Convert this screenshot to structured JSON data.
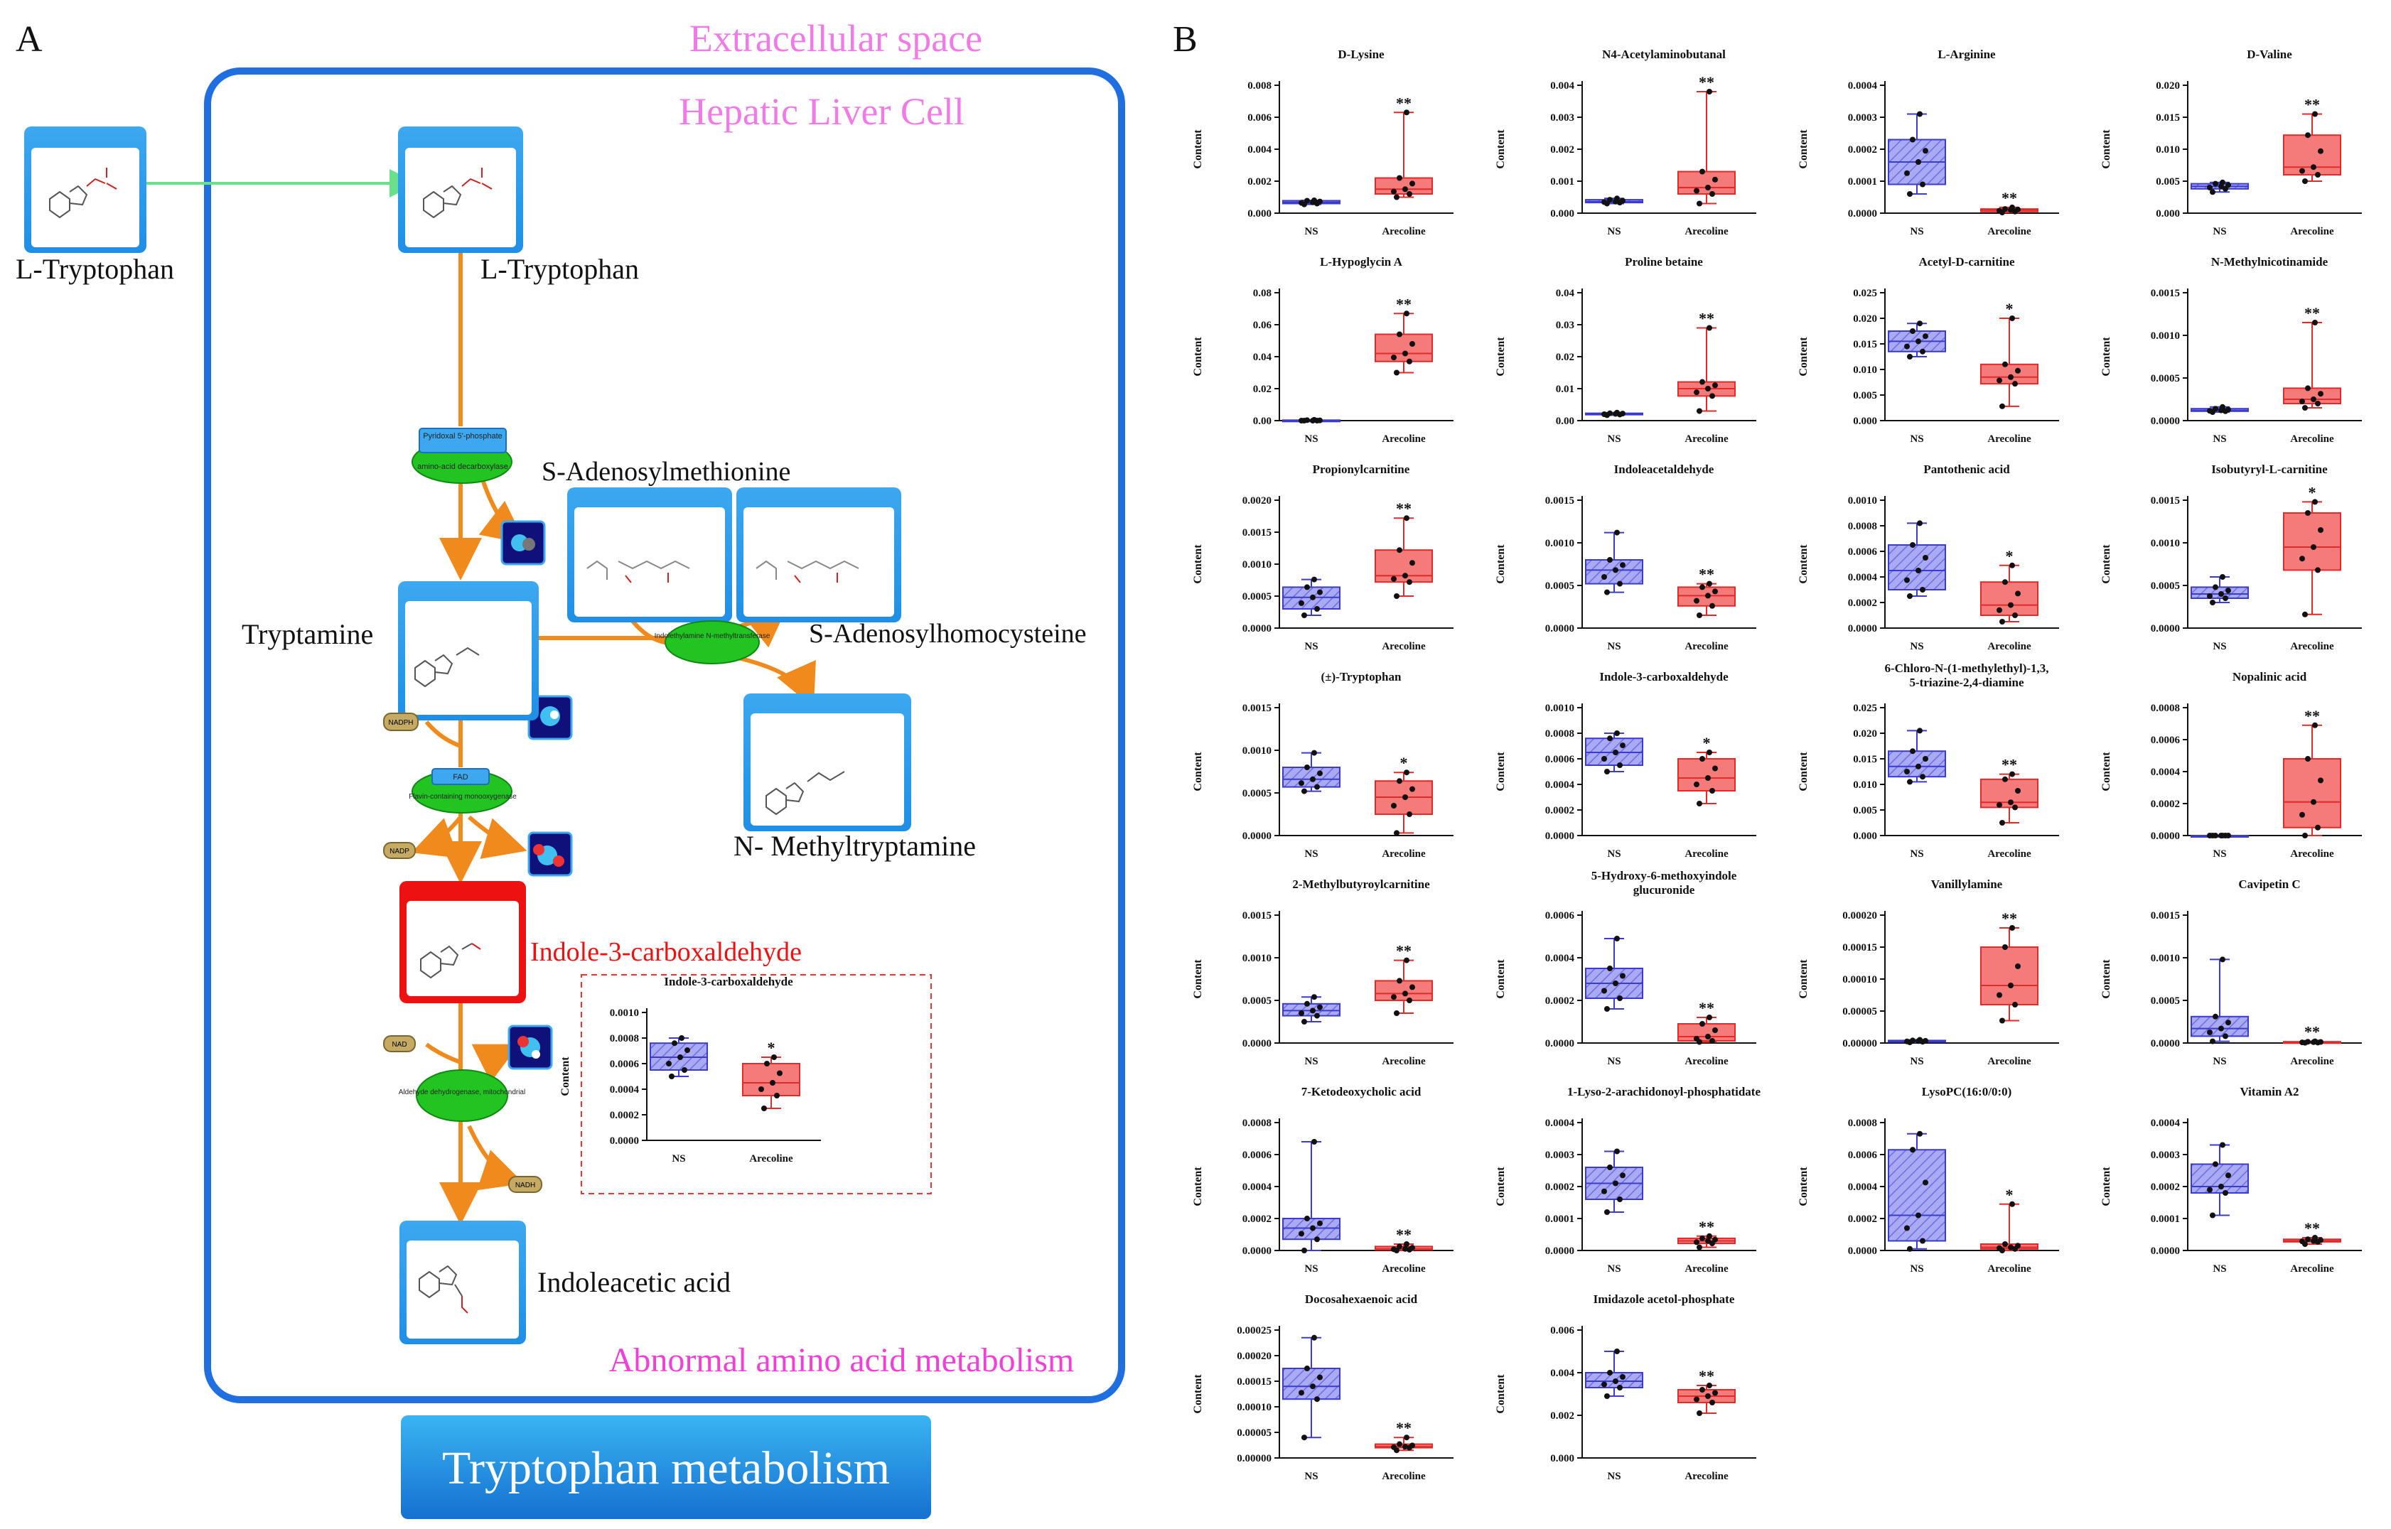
{
  "panel_a": {
    "letter": "A",
    "extracellular": "Extracellular space",
    "cell": "Hepatic Liver Cell",
    "abnormal": "Abnormal amino acid metabolism",
    "banner": "Tryptophan metabolism",
    "ltrp_outer": "L-Tryptophan",
    "ltrp_inner": "L-Tryptophan",
    "sam": "S-Adenosylmethionine",
    "sah": "S-Adenosylhomocysteine",
    "tryptamine": "Tryptamine",
    "nmt": "N- Methyltryptamine",
    "i3c": "Indole-3-carboxaldehyde",
    "iaa": "Indoleacetic acid",
    "enz_aadc": "amino-acid decarboxylase",
    "cof_p5p": "Pyridoxal 5'-phosphate",
    "enz_inmt": "Indolethylamine N-methyltransferase",
    "enz_fmo": "Flavin-containing monooxygenase",
    "cof_fad": "FAD",
    "enz_aldh": "Aldehyde dehydrogenase, mitochondrial",
    "nadph": "NADPH",
    "nadp": "NADP",
    "nad": "NAD",
    "nadh": "NADH",
    "colors": {
      "blue": "#1f6fe0",
      "pink": "#f07be6",
      "arrow": "#f08a1c",
      "enzyme": "#22c422",
      "red": "#ee1111",
      "green_arrow": "#6be08a"
    }
  },
  "panel_b": {
    "letter": "B",
    "ylabel": "Content",
    "groups": [
      "NS",
      "Arecoline"
    ],
    "colors": {
      "ns": "#3b3bcc",
      "ns_fill": "#a6a6f2",
      "are": "#e22a2a",
      "are_fill": "#f57a7a"
    }
  },
  "chart_data": [
    {
      "type": "box",
      "title": "D-Lysine",
      "ticks": [
        "0.000",
        "0.002",
        "0.004",
        "0.006",
        "0.008"
      ],
      "ylim": [
        0,
        0.008
      ],
      "sig": "**",
      "ns": {
        "min": 0.00055,
        "q1": 0.0006,
        "median": 0.00068,
        "q3": 0.00078,
        "max": 0.0008
      },
      "arecoline": {
        "min": 0.001,
        "q1": 0.0012,
        "median": 0.0015,
        "q3": 0.0022,
        "max": 0.0063
      }
    },
    {
      "type": "box",
      "title": "N4-Acetylaminobutanal",
      "ticks": [
        "0.000",
        "0.001",
        "0.002",
        "0.003",
        "0.004"
      ],
      "ylim": [
        0,
        0.004
      ],
      "sig": "**",
      "ns": {
        "min": 0.0003,
        "q1": 0.00033,
        "median": 0.00036,
        "q3": 0.00042,
        "max": 0.00046
      },
      "arecoline": {
        "min": 0.0003,
        "q1": 0.0006,
        "median": 0.0008,
        "q3": 0.0013,
        "max": 0.0038
      }
    },
    {
      "type": "box",
      "title": "L-Arginine",
      "ticks": [
        "0.0000",
        "0.0001",
        "0.0002",
        "0.0003",
        "0.0004"
      ],
      "ylim": [
        0,
        0.0004
      ],
      "sig": "**",
      "ns": {
        "min": 6e-05,
        "q1": 9e-05,
        "median": 0.00016,
        "q3": 0.00023,
        "max": 0.00031
      },
      "arecoline": {
        "min": 2e-06,
        "q1": 5e-06,
        "median": 1e-05,
        "q3": 1.3e-05,
        "max": 1.8e-05
      }
    },
    {
      "type": "box",
      "title": "D-Valine",
      "ticks": [
        "0.000",
        "0.005",
        "0.010",
        "0.015",
        "0.020"
      ],
      "ylim": [
        0,
        0.02
      ],
      "sig": "**",
      "ns": {
        "min": 0.0033,
        "q1": 0.0038,
        "median": 0.0042,
        "q3": 0.0046,
        "max": 0.0048
      },
      "arecoline": {
        "min": 0.005,
        "q1": 0.006,
        "median": 0.0072,
        "q3": 0.0122,
        "max": 0.0155
      }
    },
    {
      "type": "box",
      "title": "L-Hypoglycin A",
      "ticks": [
        "0.00",
        "0.02",
        "0.04",
        "0.06",
        "0.08"
      ],
      "ylim": [
        0,
        0.08
      ],
      "sig": "**",
      "ns": {
        "min": 0.0,
        "q1": 0.0,
        "median": 0.0,
        "q3": 0.0003,
        "max": 0.0005
      },
      "arecoline": {
        "min": 0.03,
        "q1": 0.037,
        "median": 0.042,
        "q3": 0.054,
        "max": 0.067
      }
    },
    {
      "type": "box",
      "title": "Proline betaine",
      "ticks": [
        "0.00",
        "0.01",
        "0.02",
        "0.03",
        "0.04"
      ],
      "ylim": [
        0,
        0.04
      ],
      "sig": "**",
      "ns": {
        "min": 0.0017,
        "q1": 0.0019,
        "median": 0.0021,
        "q3": 0.0023,
        "max": 0.0025
      },
      "arecoline": {
        "min": 0.003,
        "q1": 0.0077,
        "median": 0.01,
        "q3": 0.0121,
        "max": 0.029
      }
    },
    {
      "type": "box",
      "title": "Acetyl-D-carnitine",
      "ticks": [
        "0.000",
        "0.005",
        "0.010",
        "0.015",
        "0.020",
        "0.025"
      ],
      "ylim": [
        0,
        0.025
      ],
      "sig": "*",
      "ns": {
        "min": 0.0125,
        "q1": 0.0135,
        "median": 0.0155,
        "q3": 0.0175,
        "max": 0.019
      },
      "arecoline": {
        "min": 0.0028,
        "q1": 0.0072,
        "median": 0.0085,
        "q3": 0.011,
        "max": 0.02
      }
    },
    {
      "type": "box",
      "title": "N-Methylnicotinamide",
      "ticks": [
        "0.0000",
        "0.0005",
        "0.0010",
        "0.0015"
      ],
      "ylim": [
        0,
        0.0015
      ],
      "sig": "**",
      "ns": {
        "min": 0.0001,
        "q1": 0.00011,
        "median": 0.00012,
        "q3": 0.00014,
        "max": 0.00016
      },
      "arecoline": {
        "min": 0.00015,
        "q1": 0.0002,
        "median": 0.00025,
        "q3": 0.00038,
        "max": 0.00115
      }
    },
    {
      "type": "box",
      "title": "Propionylcarnitine",
      "ticks": [
        "0.0000",
        "0.0005",
        "0.0010",
        "0.0015",
        "0.0020"
      ],
      "ylim": [
        0,
        0.002
      ],
      "sig": "**",
      "ns": {
        "min": 0.0002,
        "q1": 0.0003,
        "median": 0.00048,
        "q3": 0.00064,
        "max": 0.00076
      },
      "arecoline": {
        "min": 0.0005,
        "q1": 0.00072,
        "median": 0.00082,
        "q3": 0.00122,
        "max": 0.00172
      }
    },
    {
      "type": "box",
      "title": "Indoleacetaldehyde",
      "ticks": [
        "0.0000",
        "0.0005",
        "0.0010",
        "0.0015"
      ],
      "ylim": [
        0,
        0.0015
      ],
      "sig": "**",
      "ns": {
        "min": 0.00042,
        "q1": 0.00052,
        "median": 0.00068,
        "q3": 0.0008,
        "max": 0.00112
      },
      "arecoline": {
        "min": 0.00015,
        "q1": 0.00026,
        "median": 0.00038,
        "q3": 0.00048,
        "max": 0.00052
      }
    },
    {
      "type": "box",
      "title": "Pantothenic acid",
      "ticks": [
        "0.0000",
        "0.0002",
        "0.0004",
        "0.0006",
        "0.0008",
        "0.0010"
      ],
      "ylim": [
        0,
        0.001
      ],
      "sig": "*",
      "ns": {
        "min": 0.00025,
        "q1": 0.0003,
        "median": 0.00045,
        "q3": 0.00065,
        "max": 0.00082
      },
      "arecoline": {
        "min": 5e-05,
        "q1": 0.0001,
        "median": 0.00018,
        "q3": 0.00036,
        "max": 0.00049
      }
    },
    {
      "type": "box",
      "title": "Isobutyryl-L-carnitine",
      "ticks": [
        "0.0000",
        "0.0005",
        "0.0010",
        "0.0015"
      ],
      "ylim": [
        0,
        0.0015
      ],
      "sig": "*",
      "ns": {
        "min": 0.0003,
        "q1": 0.00035,
        "median": 0.0004,
        "q3": 0.00048,
        "max": 0.0006
      },
      "arecoline": {
        "min": 0.00016,
        "q1": 0.00068,
        "median": 0.00095,
        "q3": 0.00135,
        "max": 0.00148
      }
    },
    {
      "type": "box",
      "title": "(±)-Tryptophan",
      "ticks": [
        "0.0000",
        "0.0005",
        "0.0010",
        "0.0015"
      ],
      "ylim": [
        0,
        0.0015
      ],
      "sig": "*",
      "ns": {
        "min": 0.00052,
        "q1": 0.00057,
        "median": 0.00066,
        "q3": 0.0008,
        "max": 0.00097
      },
      "arecoline": {
        "min": 3e-05,
        "q1": 0.00025,
        "median": 0.00045,
        "q3": 0.00064,
        "max": 0.00074
      }
    },
    {
      "type": "box",
      "title": "Indole-3-carboxaldehyde",
      "ticks": [
        "0.0000",
        "0.0002",
        "0.0004",
        "0.0006",
        "0.0008",
        "0.0010"
      ],
      "ylim": [
        0,
        0.001
      ],
      "sig": "*",
      "ns": {
        "min": 0.0005,
        "q1": 0.00055,
        "median": 0.00065,
        "q3": 0.00076,
        "max": 0.0008
      },
      "arecoline": {
        "min": 0.00025,
        "q1": 0.00035,
        "median": 0.00045,
        "q3": 0.0006,
        "max": 0.00065
      }
    },
    {
      "type": "box",
      "title": "6-Chloro-N-(1-methylethyl)-1,3,5-triazine-2,4-diamine",
      "ticks": [
        "0.000",
        "0.005",
        "0.010",
        "0.015",
        "0.020",
        "0.025"
      ],
      "ylim": [
        0,
        0.025
      ],
      "sig": "**",
      "ns": {
        "min": 0.0105,
        "q1": 0.0115,
        "median": 0.0135,
        "q3": 0.0165,
        "max": 0.0205
      },
      "arecoline": {
        "min": 0.0025,
        "q1": 0.0055,
        "median": 0.0065,
        "q3": 0.011,
        "max": 0.012
      }
    },
    {
      "type": "box",
      "title": "Nopalinic acid",
      "ticks": [
        "0.0000",
        "0.0002",
        "0.0004",
        "0.0006",
        "0.0008"
      ],
      "ylim": [
        0,
        0.0008
      ],
      "sig": "**",
      "ns": {
        "min": 0.0,
        "q1": 0.0,
        "median": 0.0,
        "q3": 0.0,
        "max": 0.0
      },
      "arecoline": {
        "min": 0.0,
        "q1": 5e-05,
        "median": 0.00021,
        "q3": 0.00048,
        "max": 0.00069
      }
    },
    {
      "type": "box",
      "title": "2-Methylbutyroylcarnitine",
      "ticks": [
        "0.0000",
        "0.0005",
        "0.0010",
        "0.0015"
      ],
      "ylim": [
        0,
        0.0015
      ],
      "sig": "**",
      "ns": {
        "min": 0.00025,
        "q1": 0.00032,
        "median": 0.00038,
        "q3": 0.00046,
        "max": 0.00054
      },
      "arecoline": {
        "min": 0.00035,
        "q1": 0.0005,
        "median": 0.00058,
        "q3": 0.00073,
        "max": 0.00097
      }
    },
    {
      "type": "box",
      "title": "5-Hydroxy-6-methoxyindole glucuronide",
      "ticks": [
        "0.0000",
        "0.0002",
        "0.0004",
        "0.0006"
      ],
      "ylim": [
        0,
        0.0006
      ],
      "sig": "**",
      "ns": {
        "min": 0.00016,
        "q1": 0.00021,
        "median": 0.00028,
        "q3": 0.00035,
        "max": 0.00049
      },
      "arecoline": {
        "min": 5e-06,
        "q1": 1e-05,
        "median": 3e-05,
        "q3": 9e-05,
        "max": 0.00012
      }
    },
    {
      "type": "box",
      "title": "Vanillylamine",
      "ticks": [
        "0.00000",
        "0.00005",
        "0.00010",
        "0.00015",
        "0.00020"
      ],
      "ylim": [
        0,
        0.0002
      ],
      "sig": "**",
      "ns": {
        "min": 1e-06,
        "q1": 2e-06,
        "median": 3e-06,
        "q3": 4e-06,
        "max": 5e-06
      },
      "arecoline": {
        "min": 3.5e-05,
        "q1": 6e-05,
        "median": 9e-05,
        "q3": 0.00015,
        "max": 0.00018
      }
    },
    {
      "type": "box",
      "title": "Cavipetin C",
      "ticks": [
        "0.0000",
        "0.0005",
        "0.0010",
        "0.0015"
      ],
      "ylim": [
        0,
        0.0015
      ],
      "sig": "**",
      "ns": {
        "min": 2e-05,
        "q1": 8e-05,
        "median": 0.00017,
        "q3": 0.00031,
        "max": 0.00098
      },
      "arecoline": {
        "min": 3e-06,
        "q1": 5e-06,
        "median": 1e-05,
        "q3": 1.5e-05,
        "max": 2e-05
      }
    },
    {
      "type": "box",
      "title": "7-Ketodeoxycholic acid",
      "ticks": [
        "0.0000",
        "0.0002",
        "0.0004",
        "0.0006",
        "0.0008"
      ],
      "ylim": [
        0,
        0.0008
      ],
      "sig": "**",
      "ns": {
        "min": 0.0,
        "q1": 7e-05,
        "median": 0.00014,
        "q3": 0.0002,
        "max": 0.00068
      },
      "arecoline": {
        "min": 0.0,
        "q1": 5e-06,
        "median": 1e-05,
        "q3": 2.5e-05,
        "max": 4e-05
      }
    },
    {
      "type": "box",
      "title": "1-Lyso-2-arachidonoyl-phosphatidate",
      "ticks": [
        "0.0000",
        "0.0001",
        "0.0002",
        "0.0003",
        "0.0004"
      ],
      "ylim": [
        0,
        0.0004
      ],
      "sig": "**",
      "ns": {
        "min": 0.00012,
        "q1": 0.00016,
        "median": 0.00021,
        "q3": 0.00026,
        "max": 0.00031
      },
      "arecoline": {
        "min": 1e-05,
        "q1": 2.2e-05,
        "median": 3e-05,
        "q3": 3.8e-05,
        "max": 4.5e-05
      }
    },
    {
      "type": "box",
      "title": "LysoPC(16:0/0:0)",
      "ticks": [
        "0.0000",
        "0.0002",
        "0.0004",
        "0.0006",
        "0.0008"
      ],
      "ylim": [
        0,
        0.0008
      ],
      "sig": "*",
      "ns": {
        "min": 1e-05,
        "q1": 6e-05,
        "median": 0.00022,
        "q3": 0.00063,
        "max": 0.00073
      },
      "arecoline": {
        "min": 0.0,
        "q1": 1e-05,
        "median": 2e-05,
        "q3": 4e-05,
        "max": 0.00029
      }
    },
    {
      "type": "box",
      "title": "Vitamin A2",
      "ticks": [
        "0.0000",
        "0.0001",
        "0.0002",
        "0.0003",
        "0.0004"
      ],
      "ylim": [
        0,
        0.0004
      ],
      "sig": "**",
      "ns": {
        "min": 0.00011,
        "q1": 0.00018,
        "median": 0.0002,
        "q3": 0.00027,
        "max": 0.00033
      },
      "arecoline": {
        "min": 2e-05,
        "q1": 2.7e-05,
        "median": 3e-05,
        "q3": 3.5e-05,
        "max": 4e-05
      }
    },
    {
      "type": "box",
      "title": "Docosahexaenoic acid",
      "ticks": [
        "0.00000",
        "0.00005",
        "0.00010",
        "0.00015",
        "0.00020",
        "0.00025"
      ],
      "ylim": [
        0,
        0.00025
      ],
      "sig": "**",
      "ns": {
        "min": 4e-05,
        "q1": 0.000115,
        "median": 0.00014,
        "q3": 0.000175,
        "max": 0.000235
      },
      "arecoline": {
        "min": 1.5e-05,
        "q1": 2e-05,
        "median": 2.2e-05,
        "q3": 2.7e-05,
        "max": 4e-05
      }
    },
    {
      "type": "box",
      "title": "Imidazole acetol-phosphate",
      "ticks": [
        "0.000",
        "0.002",
        "0.004",
        "0.006"
      ],
      "ylim": [
        0,
        0.006
      ],
      "sig": "**",
      "ns": {
        "min": 0.0029,
        "q1": 0.0033,
        "median": 0.0036,
        "q3": 0.004,
        "max": 0.005
      },
      "arecoline": {
        "min": 0.0021,
        "q1": 0.0026,
        "median": 0.0029,
        "q3": 0.0032,
        "max": 0.0034
      }
    },
    {
      "type": "box",
      "title": "Indole-3-carboxaldehyde",
      "ticks": [
        "0.0000",
        "0.0002",
        "0.0004",
        "0.0006",
        "0.0008",
        "0.0010"
      ],
      "ylim": [
        0,
        0.001
      ],
      "sig": "*",
      "ns": {
        "min": 0.0005,
        "q1": 0.00055,
        "median": 0.00065,
        "q3": 0.00076,
        "max": 0.0008
      },
      "arecoline": {
        "min": 0.00025,
        "q1": 0.00035,
        "median": 0.00045,
        "q3": 0.0006,
        "max": 0.00065
      }
    }
  ]
}
